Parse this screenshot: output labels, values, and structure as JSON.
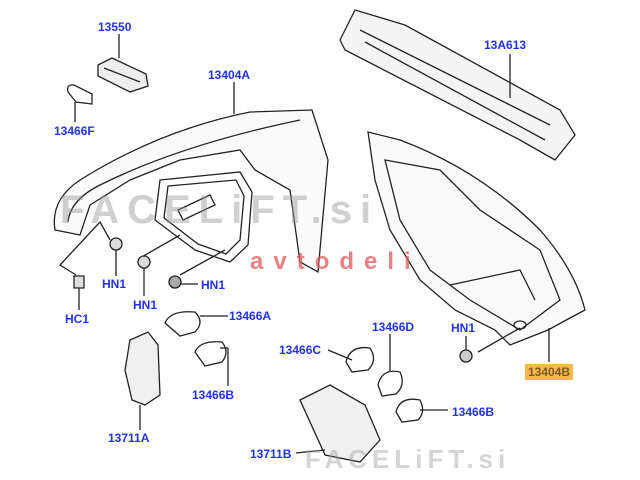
{
  "labels": {
    "p13550": "13550",
    "p13466F": "13466F",
    "p13404A": "13404A",
    "p13A613": "13A613",
    "hn1_a": "HN1",
    "hn1_b": "HN1",
    "hn1_c": "HN1",
    "hc1": "HC1",
    "p13466A": "13466A",
    "p13466B_left": "13466B",
    "p13711A": "13711A",
    "p13466C": "13466C",
    "p13466D": "13466D",
    "hn1_d": "HN1",
    "p13404B": "13404B",
    "p13466B_right": "13466B",
    "p13711B": "13711B"
  },
  "watermark": {
    "main": "FACELiFT.si",
    "sub": "avtodeli",
    "bottom": "FACELiFT.si"
  },
  "colors": {
    "label": "#2233ee",
    "highlight": "#f7b84a"
  }
}
